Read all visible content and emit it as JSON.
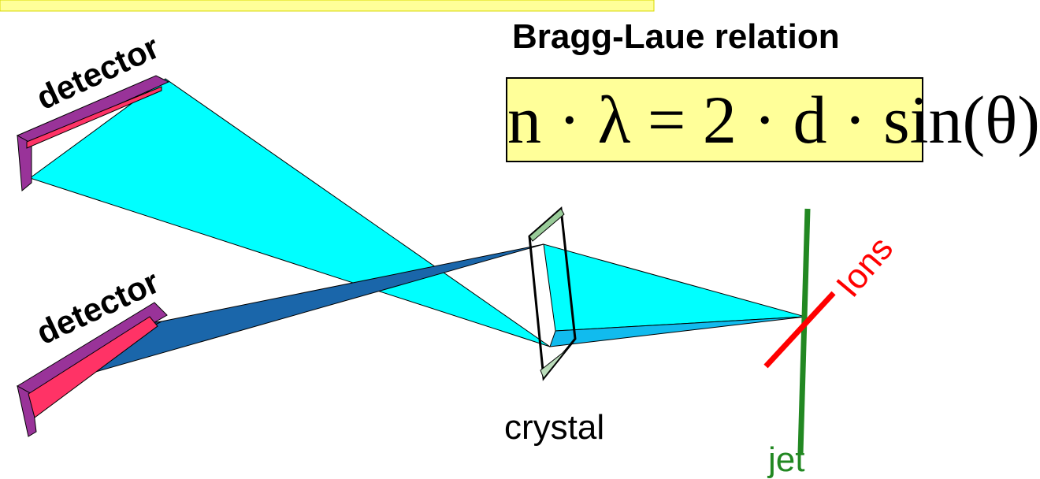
{
  "diagram": {
    "title": "Bragg-Laue relation",
    "formula": "n · λ = 2 · d · sin(θ)",
    "labels": {
      "detector_upper": "detector",
      "detector_lower": "detector",
      "crystal": "crystal",
      "jet": "jet",
      "ions": "Ions"
    }
  },
  "colors": {
    "banner": "#ffff99",
    "beam_light": "#00ffff",
    "beam_dark": "#1a66aa",
    "detector_frame": "#993399",
    "detector_face": "#ff3366",
    "jet": "#228822",
    "ions": "#ff0000"
  }
}
